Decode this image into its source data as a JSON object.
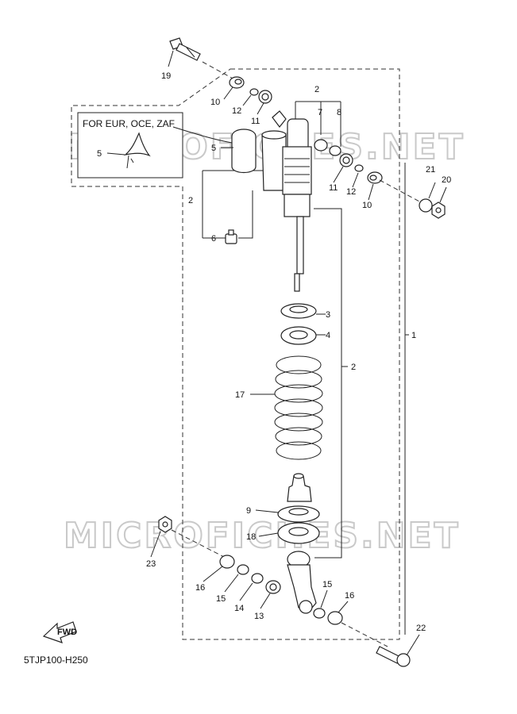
{
  "note_box_text": "FOR EUR, OCE, ZAF",
  "diagram_code": "5TJP100-H250",
  "watermark": "MICROFICHES.NET",
  "fwd_label": "FWD",
  "callouts": {
    "c1": "1",
    "c2a": "2",
    "c2b": "2",
    "c2c": "2",
    "c3": "3",
    "c4": "4",
    "c5a": "5",
    "c5b": "5",
    "c6": "6",
    "c7": "7",
    "c8": "8",
    "c9": "9",
    "c10a": "10",
    "c10b": "10",
    "c11a": "11",
    "c11b": "11",
    "c12a": "12",
    "c12b": "12",
    "c13": "13",
    "c14": "14",
    "c15a": "15",
    "c15b": "15",
    "c16a": "16",
    "c16b": "16",
    "c17": "17",
    "c18": "18",
    "c19": "19",
    "c20": "20",
    "c21": "21",
    "c22": "22",
    "c23": "23"
  }
}
